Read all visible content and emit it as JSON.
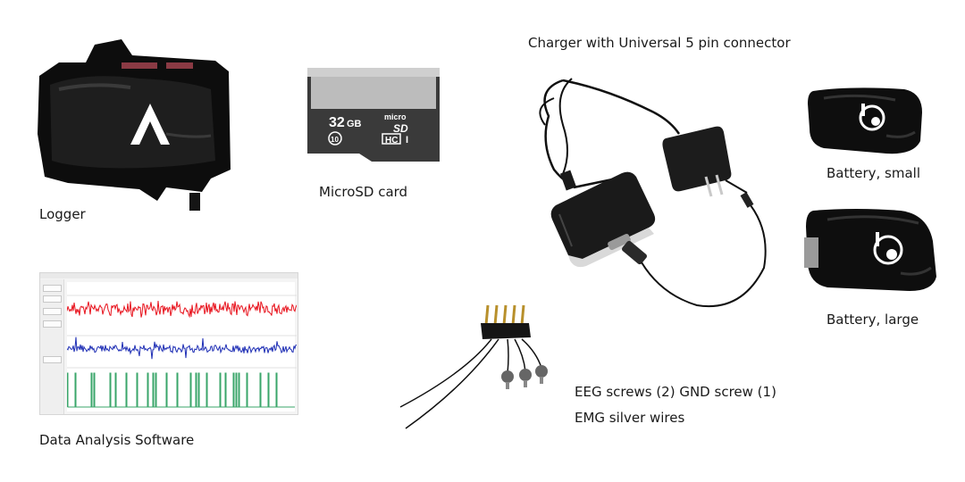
{
  "items": {
    "logger": {
      "label": "Logger"
    },
    "microsd": {
      "label": "MicroSD card",
      "capacity": "32",
      "unit": "GB",
      "brand_line1": "micro",
      "brand_line2": "SD",
      "format": "HC",
      "speed_class": "10",
      "uhs_class": "I"
    },
    "charger": {
      "label": "Charger with Universal 5 pin connector"
    },
    "battery_small": {
      "label": "Battery, small"
    },
    "battery_large": {
      "label": "Battery, large"
    },
    "software": {
      "label": "Data Analysis Software"
    },
    "electrodes": {
      "label_line1": "EEG screws (2) GND screw (1)",
      "label_line2": "EMG silver wires"
    }
  },
  "colors": {
    "eeg_trace": "#e8141e",
    "emg_trace": "#1f2fb5",
    "hypnogram": "#3aa66a"
  }
}
